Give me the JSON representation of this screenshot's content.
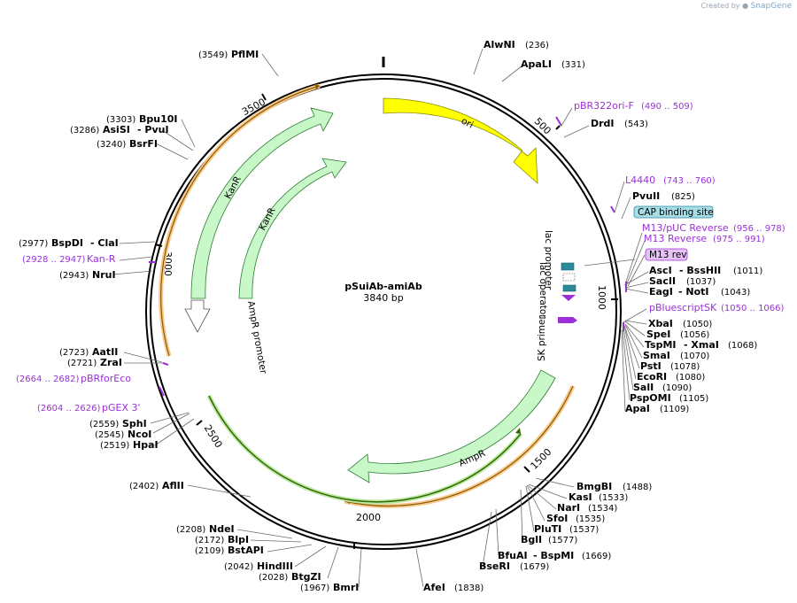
{
  "credit": {
    "prefix": "Created by",
    "brand": "SnapGene"
  },
  "plasmid": {
    "name": "pSuiAb-amiAb",
    "size": "3840 bp"
  },
  "ticks": [
    "500",
    "1000",
    "1500",
    "2000",
    "2500",
    "3000",
    "3500"
  ],
  "features": {
    "ori": "ori",
    "kanr_outer": "KanR",
    "kanr_inner": "KanR",
    "ampr": "AmpR",
    "ampr_promoter": "AmpR promoter",
    "lac_promoter": "lac promoter",
    "lac_operator": "lac operator",
    "sk_primer": "SK primer"
  },
  "primers": {
    "pbr322": {
      "name": "pBR322ori-F",
      "pos": "(490 .. 509)"
    },
    "l4440": {
      "name": "L4440",
      "pos": "(743 .. 760)"
    },
    "cap": {
      "name": "CAP binding site"
    },
    "m13puc": {
      "name": "M13/pUC Reverse",
      "pos": "(956 .. 978)"
    },
    "m13rev_a": {
      "name": "M13 Reverse",
      "pos": "(975 .. 991)"
    },
    "m13rev_b": {
      "name": "M13 rev"
    },
    "pbluescript": {
      "name": "pBluescriptSK",
      "pos": "(1050 .. 1066)"
    },
    "kanr": {
      "name": "Kan-R",
      "pos": "(2928 .. 2947)"
    },
    "pbrforeco": {
      "name": "pBRforEco",
      "pos": "(2664 .. 2682)"
    },
    "pgex": {
      "name": "pGEX 3'",
      "pos": "(2604 .. 2626)"
    }
  },
  "enzymes": {
    "alwni": {
      "name": "AlwNI",
      "pos": "(236)"
    },
    "apali": {
      "name": "ApaLI",
      "pos": "(331)"
    },
    "drdi": {
      "name": "DrdI",
      "pos": "(543)"
    },
    "pvuii": {
      "name": "PvuII",
      "pos": "(825)"
    },
    "asci": {
      "name": "AscI",
      "dash": "- BssHII",
      "pos": "(1011)"
    },
    "sacii": {
      "name": "SacII",
      "pos": "(1037)"
    },
    "eagi": {
      "name": "EagI",
      "dash": "- NotI",
      "pos": "(1043)"
    },
    "xbai": {
      "name": "XbaI",
      "pos": "(1050)"
    },
    "spei": {
      "name": "SpeI",
      "pos": "(1056)"
    },
    "tspmi": {
      "name": "TspMI",
      "dash": "- XmaI",
      "pos": "(1068)"
    },
    "smai": {
      "name": "SmaI",
      "pos": "(1070)"
    },
    "psti": {
      "name": "PstI",
      "pos": "(1078)"
    },
    "ecori": {
      "name": "EcoRI",
      "pos": "(1080)"
    },
    "sali": {
      "name": "SalI",
      "pos": "(1090)"
    },
    "pspomi": {
      "name": "PspOMI",
      "pos": "(1105)"
    },
    "apai": {
      "name": "ApaI",
      "pos": "(1109)"
    },
    "bmgbi": {
      "name": "BmgBI",
      "pos": "(1488)"
    },
    "kasi": {
      "name": "KasI",
      "pos": "(1533)"
    },
    "nari": {
      "name": "NarI",
      "pos": "(1534)"
    },
    "sfoi": {
      "name": "SfoI",
      "pos": "(1535)"
    },
    "pluti": {
      "name": "PluTI",
      "pos": "(1537)"
    },
    "bgli": {
      "name": "BglI",
      "pos": "(1577)"
    },
    "bfuai": {
      "name": "BfuAI",
      "dash": "- BspMI",
      "pos": "(1669)"
    },
    "bseri": {
      "name": "BseRI",
      "pos": "(1679)"
    },
    "afei": {
      "name": "AfeI",
      "pos": "(1838)"
    },
    "bmri": {
      "name": "BmrI",
      "pos": "(1967)"
    },
    "btgzi": {
      "name": "BtgZI",
      "pos": "(2028)"
    },
    "hindiii": {
      "name": "HindIII",
      "pos": "(2042)"
    },
    "bstapi": {
      "name": "BstAPI",
      "pos": "(2109)"
    },
    "blpi": {
      "name": "BlpI",
      "pos": "(2172)"
    },
    "ndei": {
      "name": "NdeI",
      "pos": "(2208)"
    },
    "aflii": {
      "name": "AflII",
      "pos": "(2402)"
    },
    "hpai": {
      "name": "HpaI",
      "pos": "(2519)"
    },
    "ncoi": {
      "name": "NcoI",
      "pos": "(2545)"
    },
    "sphi": {
      "name": "SphI",
      "pos": "(2559)"
    },
    "zrai": {
      "name": "ZraI",
      "pos": "(2721)"
    },
    "aatii": {
      "name": "AatII",
      "pos": "(2723)"
    },
    "nrui": {
      "name": "NruI",
      "pos": "(2943)"
    },
    "bspdi": {
      "name": "BspDI",
      "dash": "- ClaI",
      "pos": "(2977)"
    },
    "bsrfi": {
      "name": "BsrFI",
      "pos": "(3240)"
    },
    "asisi": {
      "name": "AsiSI",
      "dash": "- PvuI",
      "pos": "(3286)"
    },
    "bpu10i": {
      "name": "Bpu10I",
      "pos": "(3303)"
    },
    "pflmi": {
      "name": "PflMI",
      "pos": "(3549)"
    }
  }
}
